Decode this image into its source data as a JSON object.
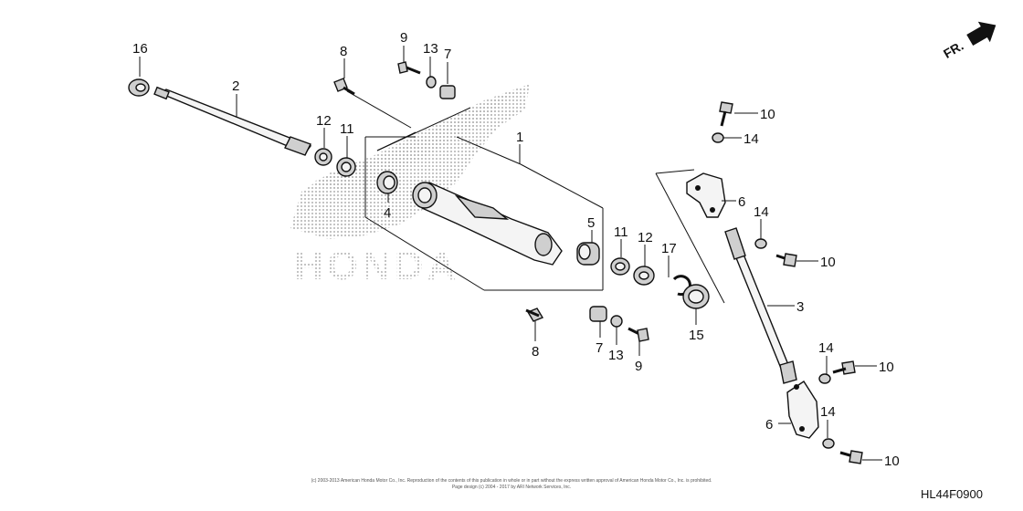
{
  "callouts": {
    "c16": "16",
    "c2": "2",
    "c8a": "8",
    "c9a": "9",
    "c13a": "13",
    "c7a": "7",
    "c12a": "12",
    "c11a": "11",
    "c1": "1",
    "c4": "4",
    "c5": "5",
    "c11b": "11",
    "c12b": "12",
    "c17": "17",
    "c15": "15",
    "c8b": "8",
    "c7b": "7",
    "c13b": "13",
    "c9b": "9",
    "c10a": "10",
    "c14a": "14",
    "c6a": "6",
    "c14b": "14",
    "c10b": "10",
    "c3": "3",
    "c14c": "14",
    "c10c": "10",
    "c14d": "14",
    "c6b": "6",
    "c10d": "10"
  },
  "watermark": "HONDA",
  "direction_label": "FR.",
  "diagram_code": "HL44F0900",
  "copyright": {
    "line1": "(c) 2003-2013 American Honda Motor Co., Inc. Reproduction of the contents of this publication in whole or in part without the express written approval of American Honda Motor Co., Inc. is prohibited.",
    "line2": "Page design (c) 2004 - 2017 by ARI Network Services, Inc."
  }
}
